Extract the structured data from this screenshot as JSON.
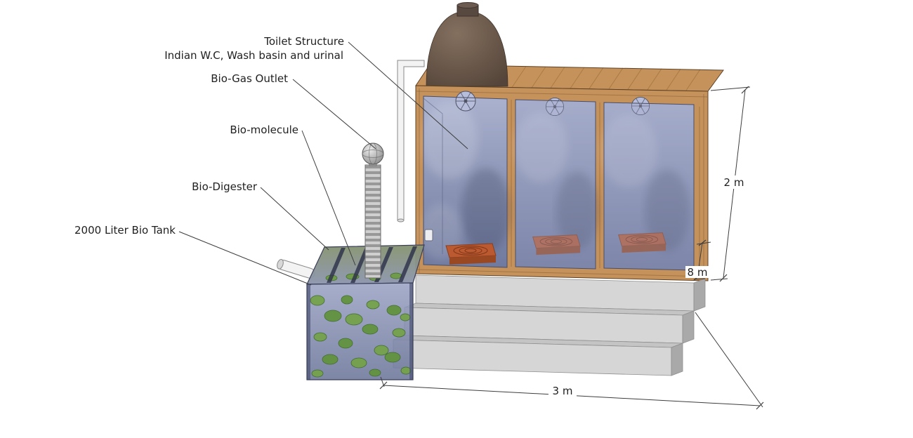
{
  "figure": {
    "type": "isometric-diagram",
    "description": "Bio-gas toilet assembly diagram with labeled parts and dimensions"
  },
  "labels": {
    "toilet_structure_line1": "Toilet Structure",
    "toilet_structure_line2": "Indian W.C, Wash basin and urinal",
    "biogas_outlet": "Bio-Gas Outlet",
    "biomolecule": "Bio-molecule",
    "biodigester": "Bio-Digester",
    "bio_tank": "2000 Liter Bio Tank"
  },
  "dimensions": {
    "height": "2 m",
    "plinth": "8 m",
    "width": "3 m"
  },
  "colors": {
    "wood": "#c6925c",
    "wood-dark": "#7d5a2e",
    "dome": "#675549",
    "glass": "#8d97ba",
    "pan": "#bb5a31",
    "concrete": "#d6d6d6",
    "green": "#73a14b",
    "line": "#3d3d3d",
    "text": "#1f1f1f"
  }
}
